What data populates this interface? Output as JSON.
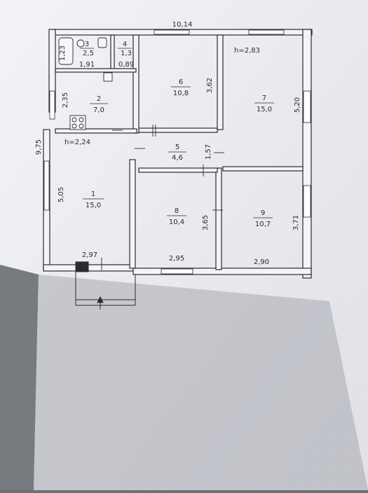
{
  "plan": {
    "overall_width": "10,14",
    "overall_height": "9,75",
    "ceiling_heights": [
      "h=2,83",
      "h=2,24"
    ],
    "rooms": [
      {
        "number": "1",
        "area": "15,0"
      },
      {
        "number": "2",
        "area": "7,0"
      },
      {
        "number": "3",
        "area": "2,5"
      },
      {
        "number": "4",
        "area": "1,3"
      },
      {
        "number": "5",
        "area": "4,6"
      },
      {
        "number": "6",
        "area": "10,8"
      },
      {
        "number": "7",
        "area": "15,0"
      },
      {
        "number": "8",
        "area": "10,4"
      },
      {
        "number": "9",
        "area": "10,7"
      }
    ],
    "dimensions": [
      "1,23",
      "1,91",
      "0,89",
      "2,35",
      "3,62",
      "5,20",
      "1,57",
      "5,05",
      "3,65",
      "3,71",
      "2,97",
      "2,95",
      "2,90"
    ]
  },
  "colors": {
    "paper": "#eceef1",
    "ink": "#2b2b2f",
    "wall_fill": "#f3f4f6",
    "shadow": "#6d6f73"
  }
}
